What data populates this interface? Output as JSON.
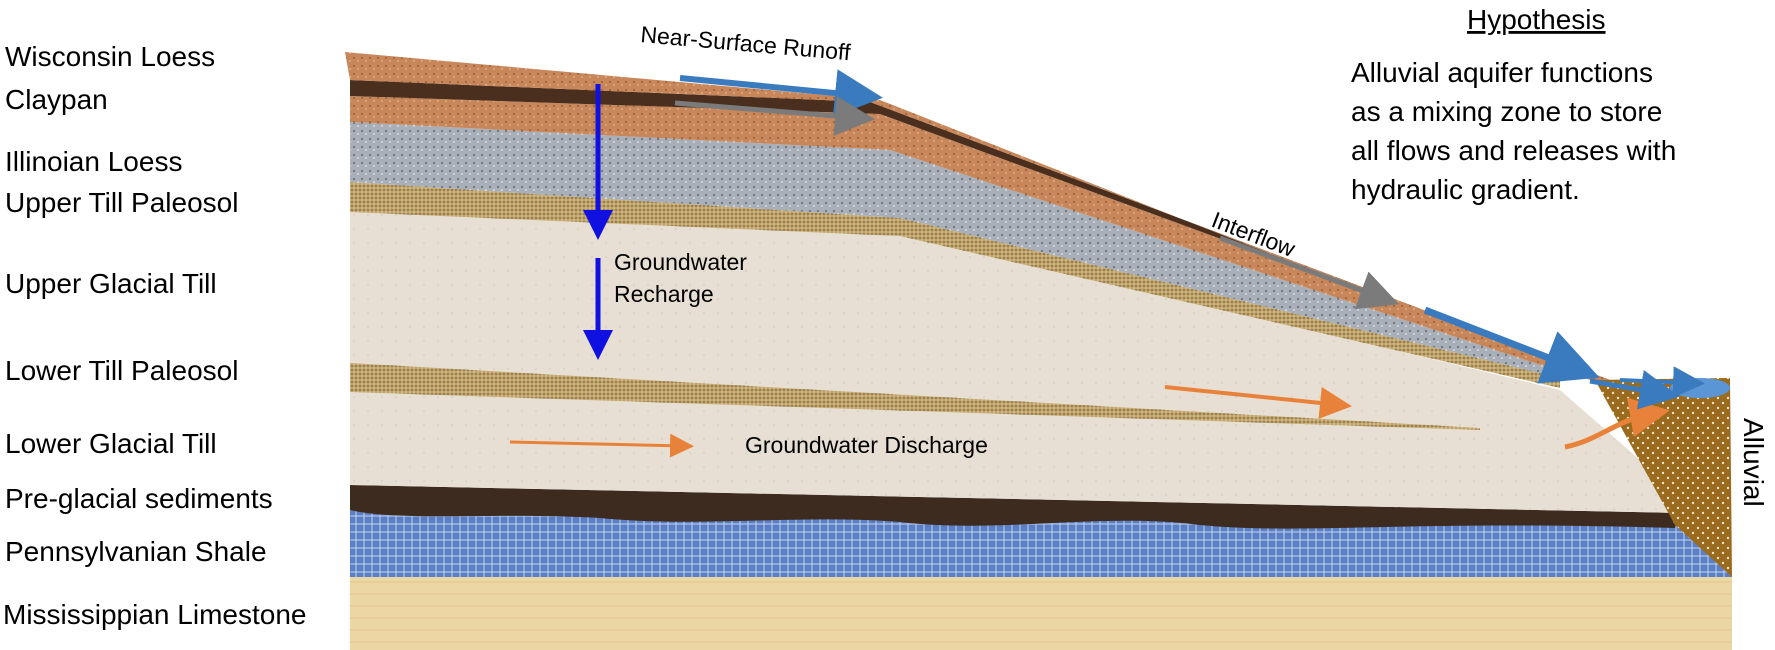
{
  "layer_labels": {
    "wisconsin_loess": "Wisconsin Loess",
    "claypan": "Claypan",
    "illinoian_loess": "Illinoian Loess",
    "upper_till_paleosol": "Upper Till Paleosol",
    "upper_glacial_till": "Upper Glacial Till",
    "lower_till_paleosol": "Lower Till Paleosol",
    "lower_glacial_till": "Lower Glacial Till",
    "pre_glacial_sediments": "Pre-glacial sediments",
    "pennsylvanian_shale": "Pennsylvanian Shale",
    "mississippian_limestone": "Mississippian Limestone"
  },
  "flow_labels": {
    "near_surface_runoff": "Near-Surface Runoff",
    "interflow": "Interflow",
    "groundwater_recharge_line1": "Groundwater",
    "groundwater_recharge_line2": "Recharge",
    "groundwater_discharge": "Groundwater Discharge",
    "alluvial": "Alluvial"
  },
  "hypothesis": {
    "title": "Hypothesis",
    "lines": [
      "Alluvial aquifer functions",
      "as a mixing zone to store",
      "all flows and releases with",
      "hydraulic gradient."
    ]
  },
  "colors": {
    "loess": "#c8875a",
    "claypan": "#4a2e1e",
    "illinoian_loess": "#a9afb8",
    "paleosol": "#bfa36a",
    "glacial_till": "#e7dfd3",
    "pre_glacial": "#3d2b1f",
    "shale": "#5b7fc4",
    "limestone": "#ecd6a4",
    "alluvial": "#9a6a1e",
    "runoff_arrow": "#3a7bbf",
    "interflow_arrow": "#7b7b7b",
    "recharge_arrow": "#1010e0",
    "discharge_arrow": "#e8823a"
  }
}
